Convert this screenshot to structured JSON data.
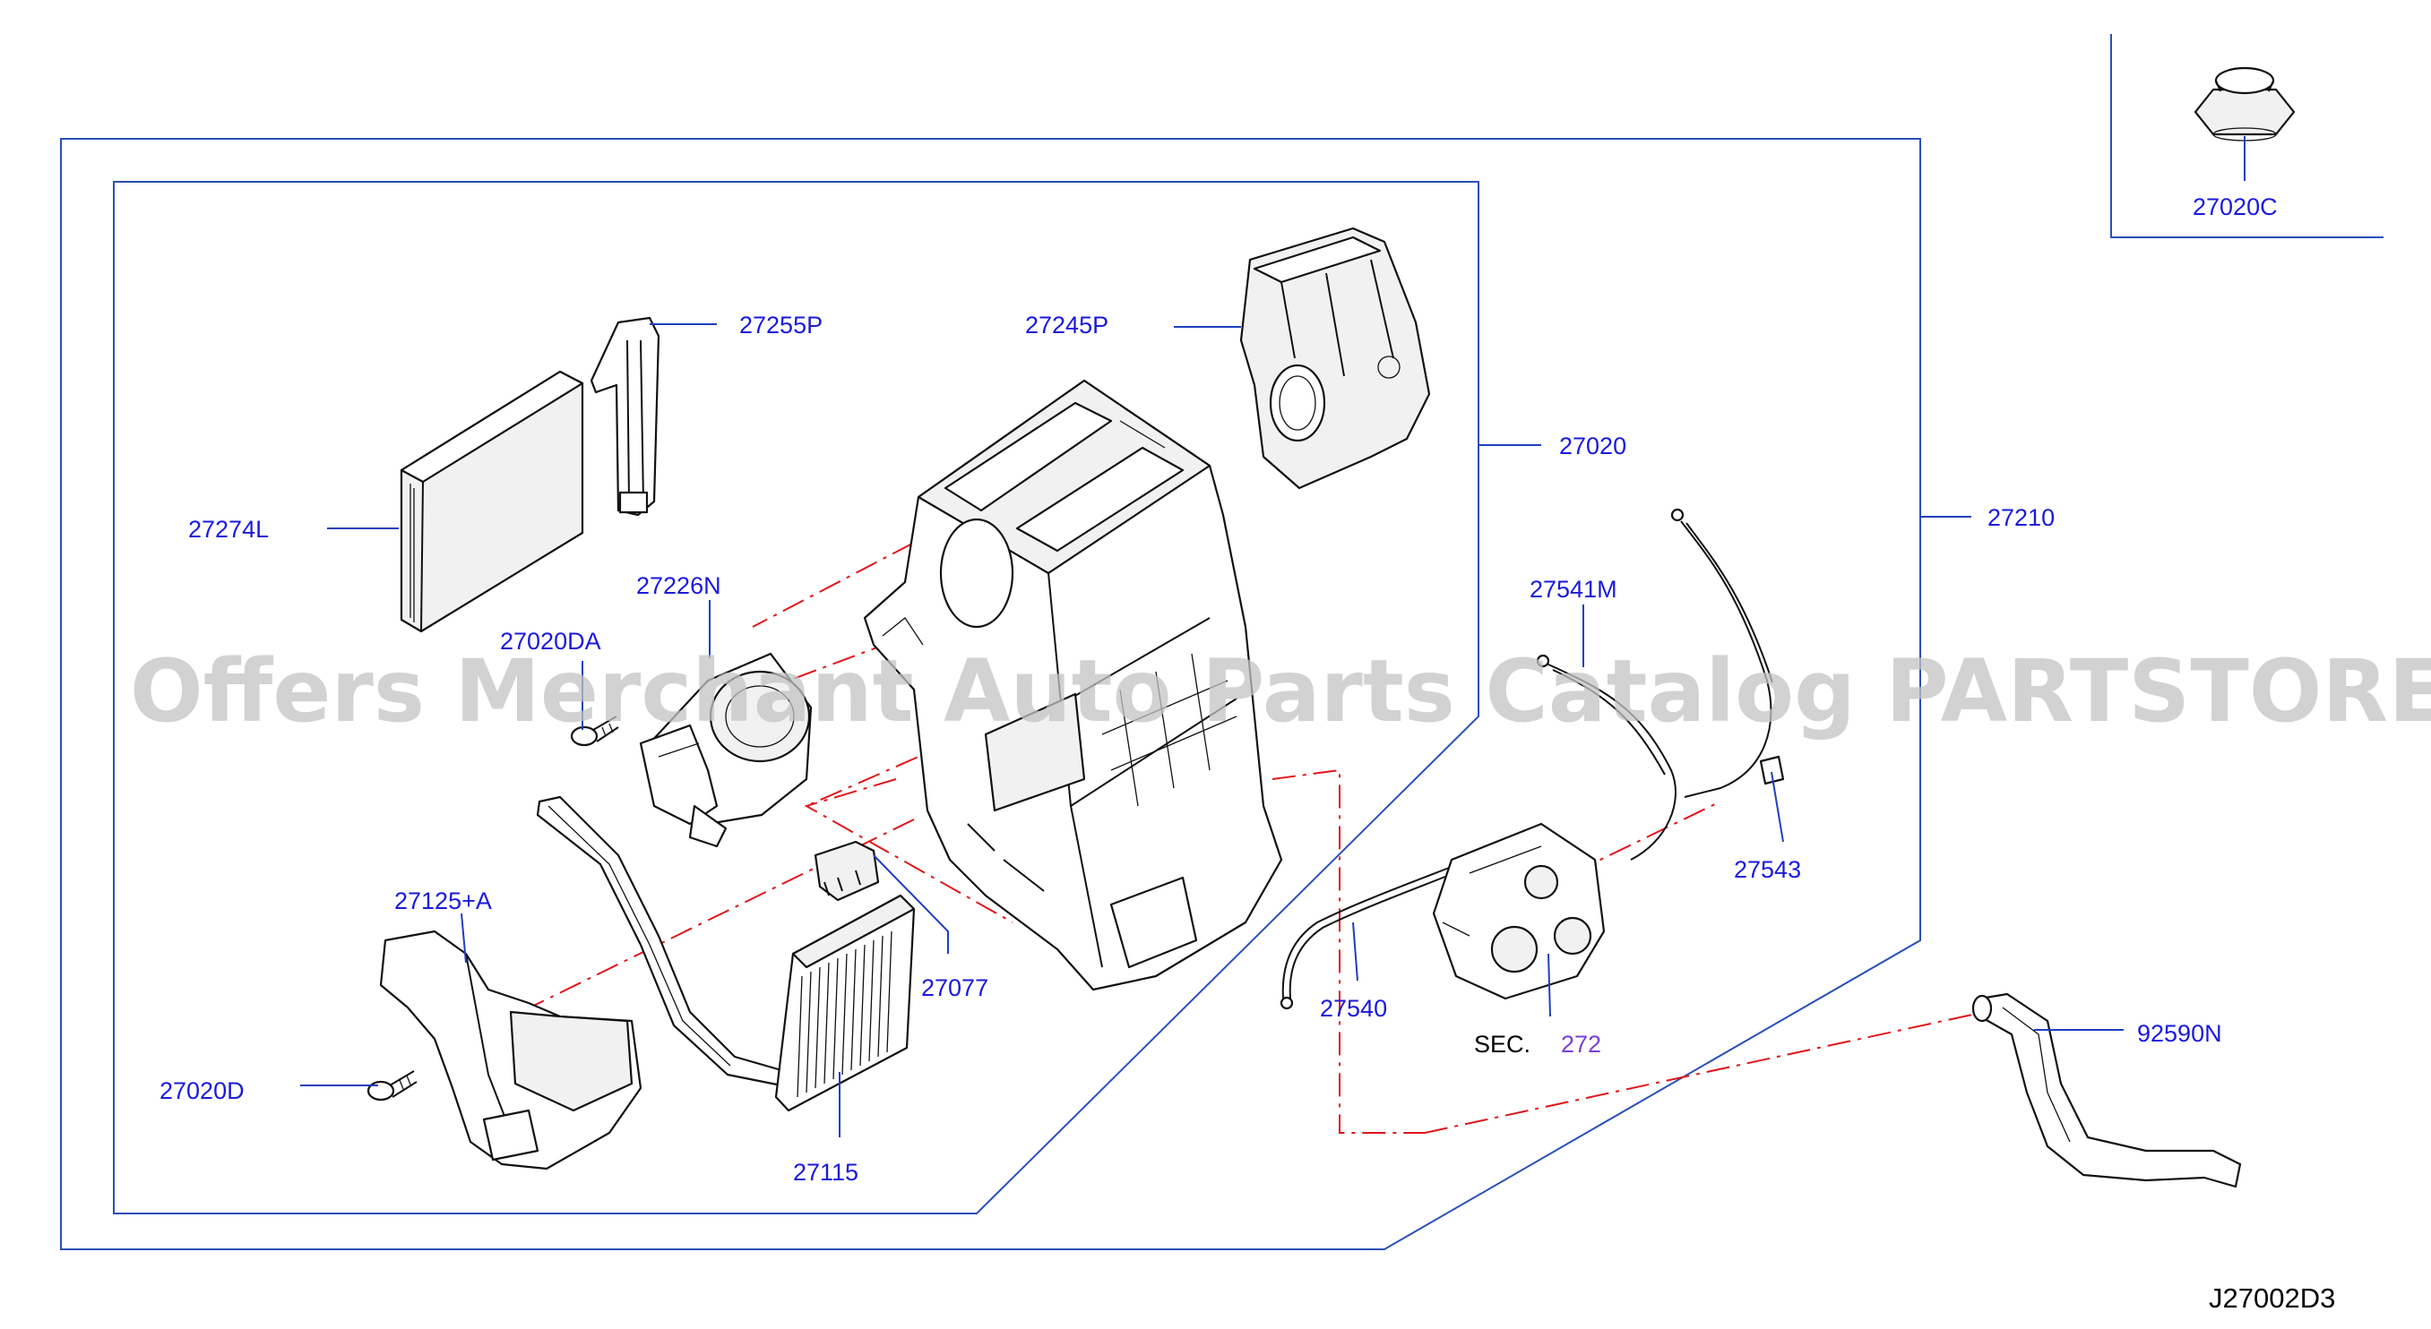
{
  "watermark": "Offers Merchant Auto Parts Catalog PARTSTORE.SA",
  "diagram_code": "J27002D3",
  "labels": {
    "p27020C": "27020C",
    "p27255P": "27255P",
    "p27245P": "27245P",
    "p27020": "27020",
    "p27210": "27210",
    "p27274L": "27274L",
    "p27226N": "27226N",
    "p27020DA": "27020DA",
    "p27541M": "27541M",
    "p27543": "27543",
    "p27125A": "27125+A",
    "p27077": "27077",
    "p27540": "27540",
    "sec_prefix": "SEC.",
    "sec_number": "272",
    "p92590N": "92590N",
    "p27020D": "27020D",
    "p27115": "27115"
  },
  "colors": {
    "label": "#1a1adb",
    "leader": "#1e3fbf",
    "frame": "#2a4fb8",
    "chain_line": "#e0151b",
    "section_ref": "#7a3fd6",
    "watermark": "#c4c4c4"
  }
}
